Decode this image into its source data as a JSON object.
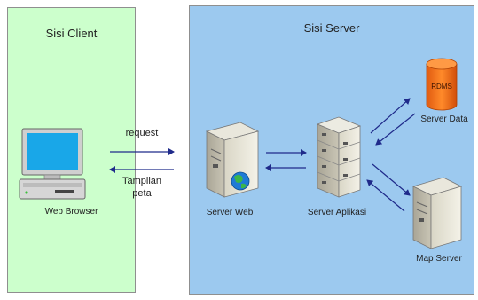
{
  "client": {
    "title": "Sisi Client",
    "node_label": "Web Browser"
  },
  "server": {
    "title": "Sisi Server",
    "nodes": {
      "web": "Server Web",
      "app": "Server Aplikasi",
      "data": "Server Data",
      "map": "Map Server",
      "rdms": "RDMS"
    }
  },
  "messages": {
    "request": "request",
    "response_line1": "Tampilan",
    "response_line2": "peta"
  },
  "colors": {
    "client_bg": "#ccffcc",
    "server_bg": "#9cc9ef",
    "arrow": "#1f2a8a",
    "db": "#f26a17"
  }
}
